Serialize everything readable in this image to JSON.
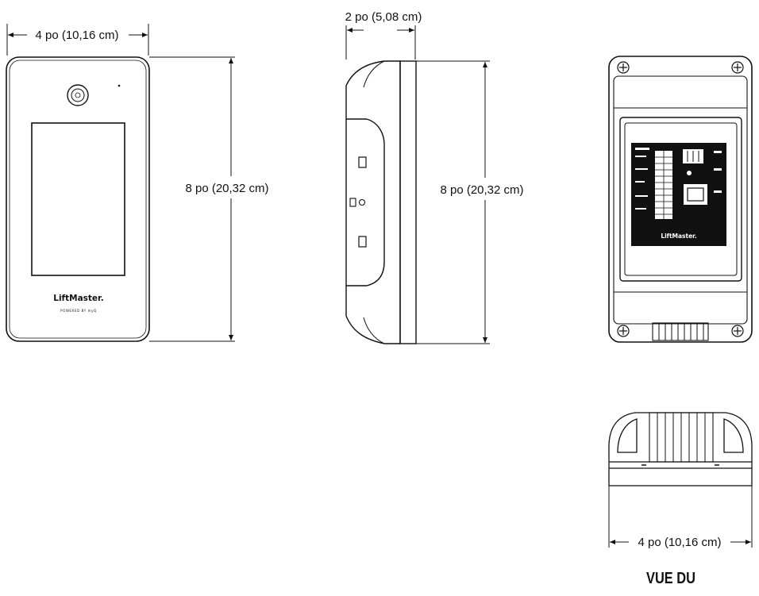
{
  "front_view": {
    "width_label": "4 po (10,16 cm)",
    "height_label": "8 po (20,32 cm)",
    "brand": "LiftMaster.",
    "powered_by": "POWERED BY myQ"
  },
  "side_view": {
    "depth_label": "2 po (5,08 cm)",
    "height_label": "8 po (20,32 cm)"
  },
  "back_view": {
    "brand": "LiftMaster."
  },
  "bottom_view": {
    "width_label": "4 po (10,16 cm)",
    "title": "VUE DU"
  }
}
